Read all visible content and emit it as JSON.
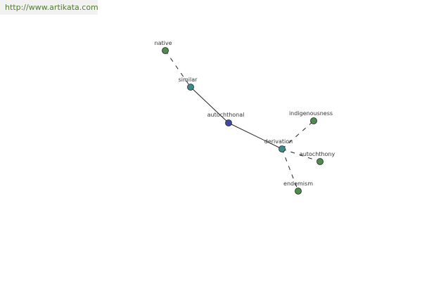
{
  "header": {
    "url_text": "http://www.artikata.com"
  },
  "colors": {
    "center_node": "#3f48a8",
    "relation_node": "#3c8a8a",
    "leaf_node": "#4f8a4f",
    "link_text": "#4f7a2f",
    "edge": "#222222"
  },
  "graph": {
    "nodes": [
      {
        "id": "native",
        "label": "native",
        "kind": "leaf"
      },
      {
        "id": "similar",
        "label": "similar",
        "kind": "relation"
      },
      {
        "id": "autochthonal",
        "label": "autochthonal",
        "kind": "center"
      },
      {
        "id": "derivation",
        "label": "derivation",
        "kind": "relation"
      },
      {
        "id": "indigenousness",
        "label": "indigenousness",
        "kind": "leaf"
      },
      {
        "id": "autochthony",
        "label": "autochthony",
        "kind": "leaf"
      },
      {
        "id": "endemism",
        "label": "endemism",
        "kind": "leaf"
      }
    ],
    "edges": [
      {
        "from": "native",
        "to": "similar",
        "style": "dashed"
      },
      {
        "from": "similar",
        "to": "autochthonal",
        "style": "solid"
      },
      {
        "from": "autochthonal",
        "to": "derivation",
        "style": "solid"
      },
      {
        "from": "derivation",
        "to": "indigenousness",
        "style": "dashed"
      },
      {
        "from": "derivation",
        "to": "autochthony",
        "style": "dashed"
      },
      {
        "from": "derivation",
        "to": "endemism",
        "style": "dashed"
      }
    ]
  }
}
